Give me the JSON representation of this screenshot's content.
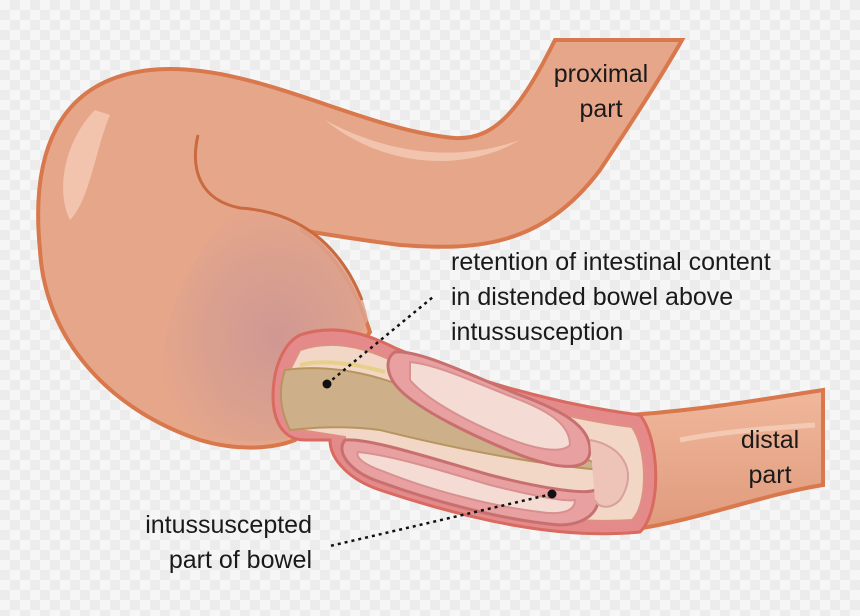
{
  "labels": {
    "proximal": [
      "proximal",
      "part"
    ],
    "distal": [
      "distal",
      "part"
    ],
    "retention": [
      "retention of intestinal content",
      "in distended bowel above",
      "intussusception"
    ],
    "intussuscepted": [
      "intussuscepted",
      "part of bowel"
    ]
  },
  "colors": {
    "bowel_fill": "#e6a68a",
    "bowel_outline": "#d8784c",
    "distended_shade": "#cf9a98",
    "inner_wall": "#e58a8a",
    "content": "#cdb08a",
    "leader_line": "#111111"
  }
}
